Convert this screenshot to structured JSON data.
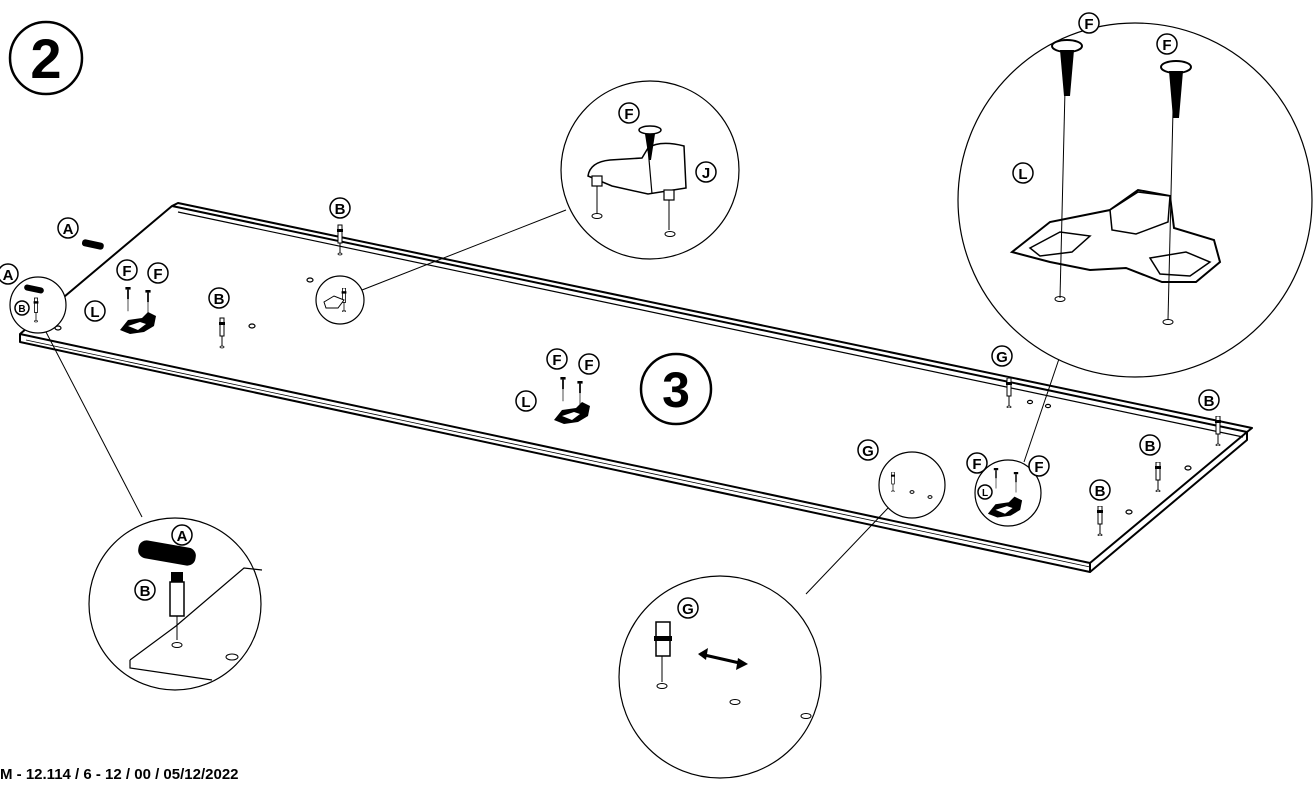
{
  "step_number": "2",
  "sub_step_number": "3",
  "footer_code": "M - 12.114 / 6 - 12 / 00 / 05/12/2022",
  "labels": {
    "A": "A",
    "B": "B",
    "F": "F",
    "G": "G",
    "J": "J",
    "L": "L"
  }
}
